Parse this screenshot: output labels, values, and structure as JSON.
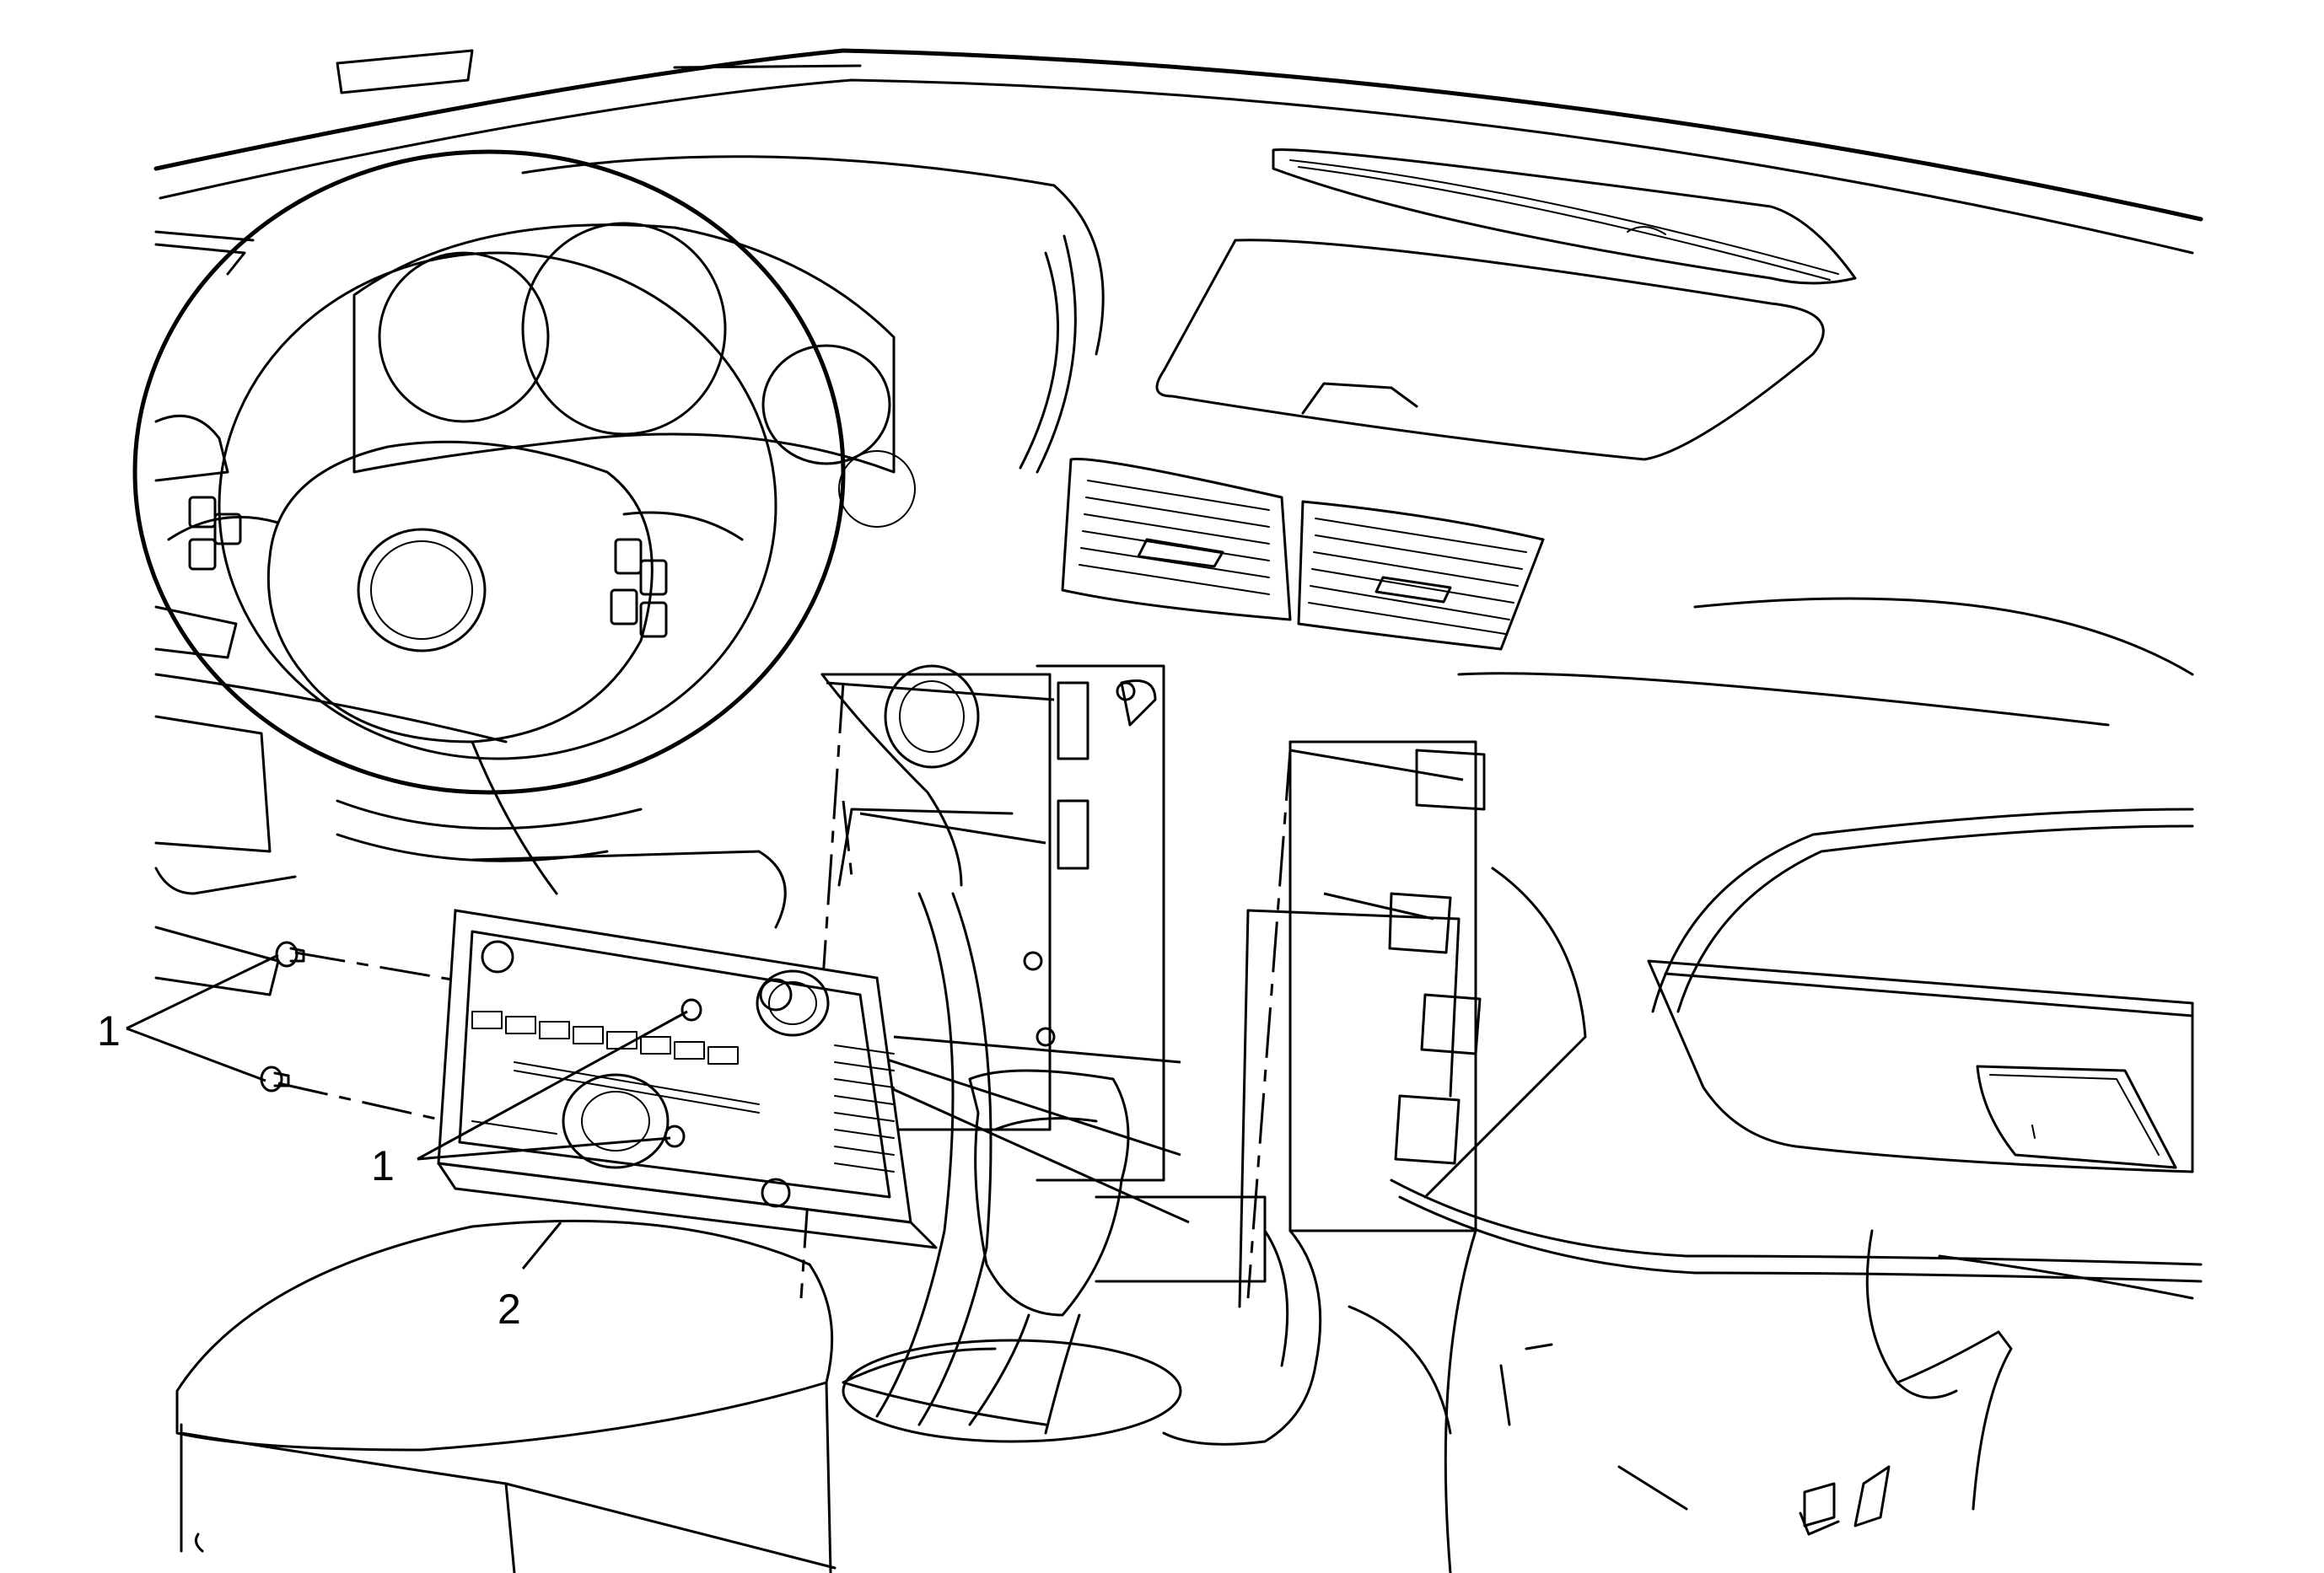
{
  "callouts": [
    {
      "id": "fastener-left",
      "label": "1"
    },
    {
      "id": "fastener-center",
      "label": "1"
    },
    {
      "id": "radio-unit",
      "label": "2"
    }
  ]
}
